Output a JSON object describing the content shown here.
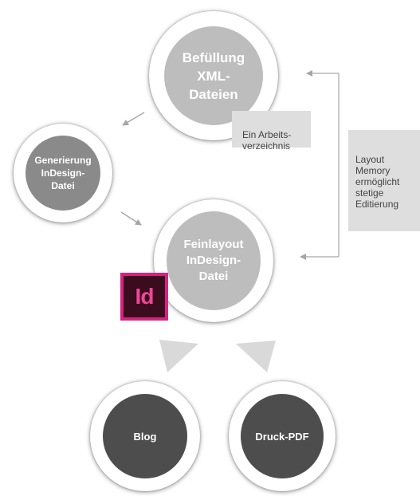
{
  "nodes": {
    "befuellung": {
      "label": "Befüllung\nXML-\nDateien"
    },
    "generierung": {
      "label": "Generierung\nInDesign-\nDatei"
    },
    "feinlayout": {
      "label": "Feinlayout\nInDesign-\nDatei"
    },
    "blog": {
      "label": "Blog"
    },
    "druck_pdf": {
      "label": "Druck-PDF"
    }
  },
  "notes": {
    "arbeitsverzeichnis": "Ein Arbeits-\nverzeichnis",
    "layout_memory": "Layout\nMemory\nermöglicht\nstetige\nEditierung"
  },
  "logo": {
    "text": "Id"
  },
  "colors": {
    "core_light": "#bdbdbd",
    "core_mid": "#8a8a8a",
    "core_dark": "#4d4d4d",
    "note_bg": "#dedede",
    "arrow": "#a6a6a6",
    "triangle": "#d9d9d9",
    "logo_border": "#d4247f",
    "logo_bg": "#3b0b1e"
  }
}
